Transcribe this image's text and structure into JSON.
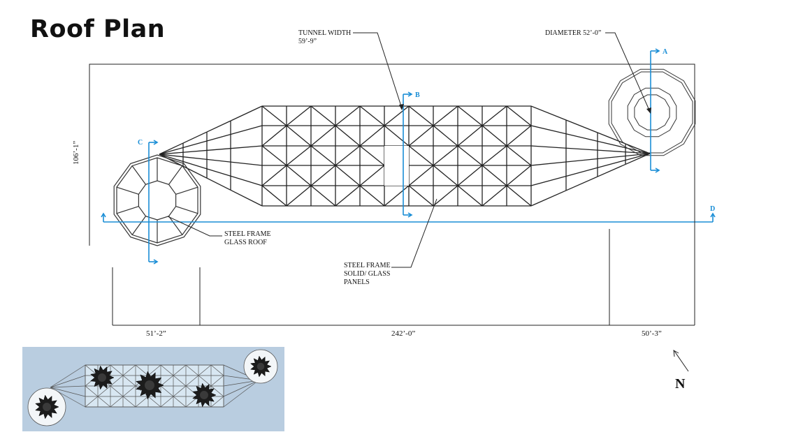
{
  "title": "Roof Plan",
  "colors": {
    "section_line": "#1a8ed6",
    "ink": "#222222",
    "render_bg": "#b9cde0",
    "render_panel": "#d8e7f2"
  },
  "annotations": {
    "tunnel_width": [
      "TUNNEL WIDTH",
      "59’-9”"
    ],
    "diameter": "DIAMETER 52’-0”",
    "steel_glass": [
      "STEEL FRAME",
      "GLASS ROOF"
    ],
    "steel_panels": [
      "STEEL FRAME",
      "SOLID/ GLASS",
      "PANELS"
    ]
  },
  "dimensions": {
    "height": "106’-1”",
    "left": "51’-2”",
    "middle": "242’-0”",
    "right": "50’-3”"
  },
  "sections": {
    "a": "A",
    "b": "B",
    "c": "C",
    "d": "D"
  },
  "north": "N",
  "icons": {
    "north_arrow": "north-arrow-icon",
    "tree": "tree-icon"
  }
}
